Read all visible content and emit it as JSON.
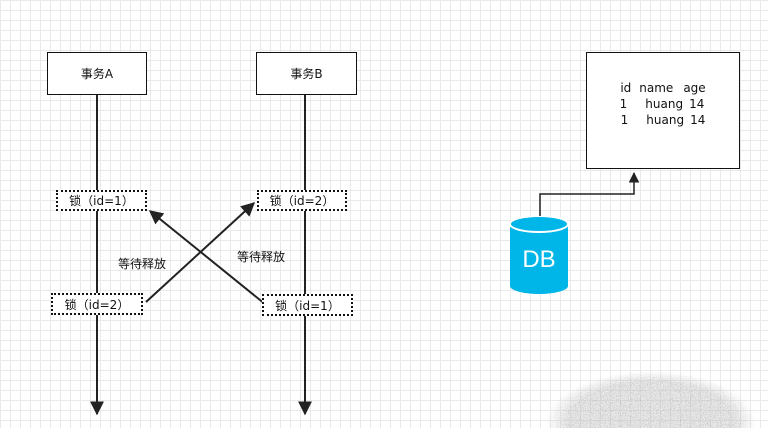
{
  "transactions": {
    "a_label": "事务A",
    "b_label": "事务B"
  },
  "locks": {
    "a_lock1": "锁（id=1）",
    "b_lock1": "锁（id=2）",
    "a_lock2": "锁（id=2）",
    "b_lock2": "锁（id=1）"
  },
  "wait_labels": {
    "left": "等待释放",
    "right": "等待释放"
  },
  "table": {
    "header": [
      "id",
      "name",
      "age"
    ],
    "rows": [
      [
        "1",
        "huang",
        "14"
      ],
      [
        "1",
        "huang",
        "14"
      ]
    ]
  },
  "db": {
    "label": "DB",
    "color": "#00b5e8"
  }
}
